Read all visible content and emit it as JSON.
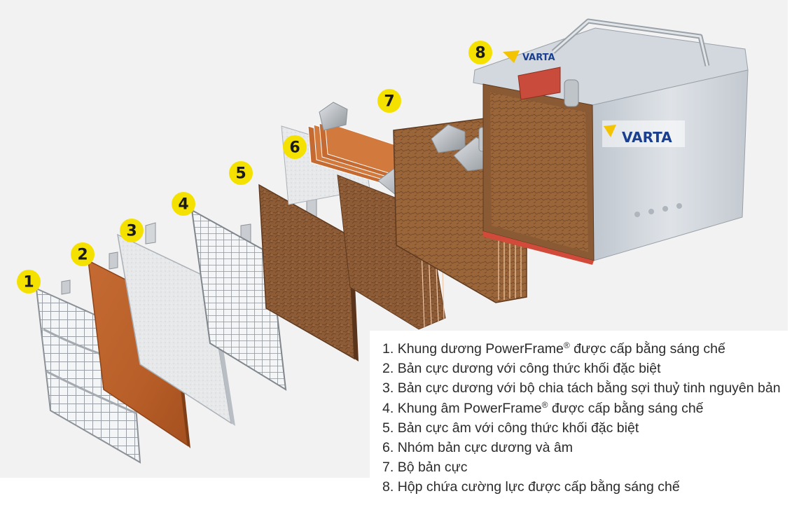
{
  "diagram": {
    "colors": {
      "background": "#f2f2f2",
      "badge": "#f5e100",
      "copper": "#c26a35",
      "pasted_plate": "#8a5a35",
      "grid_metal": "#c9ccd1",
      "separator": "#e4e6e8",
      "case": "#cdd3da",
      "varta_blue": "#1a3f8f",
      "varta_yellow": "#f4c400"
    },
    "callouts": [
      "1",
      "2",
      "3",
      "4",
      "5",
      "6",
      "7",
      "8"
    ],
    "brand_logo_text": "VARTA",
    "legend": [
      {
        "num": "1.",
        "text": "Khung dương PowerFrame",
        "reg": "®",
        "rest": " được cấp bằng sáng chế"
      },
      {
        "num": "2.",
        "text": "Bản cực dương với công thức khối đặc biệt",
        "reg": "",
        "rest": ""
      },
      {
        "num": "3.",
        "text": "Bản cực dương với bộ chia tách bằng sợi thuỷ tinh nguyên bản",
        "reg": "",
        "rest": ""
      },
      {
        "num": "4.",
        "text": "Khung âm PowerFrame",
        "reg": "®",
        "rest": " được cấp bằng sáng chế"
      },
      {
        "num": "5.",
        "text": "Bản cực âm với công thức khối đặc biệt",
        "reg": "",
        "rest": ""
      },
      {
        "num": "6.",
        "text": "Nhóm bản cực dương và âm",
        "reg": "",
        "rest": ""
      },
      {
        "num": "7.",
        "text": "Bộ bản cực",
        "reg": "",
        "rest": ""
      },
      {
        "num": "8.",
        "text": "Hộp chứa cường lực được cấp bằng sáng chế",
        "reg": "",
        "rest": ""
      }
    ]
  }
}
